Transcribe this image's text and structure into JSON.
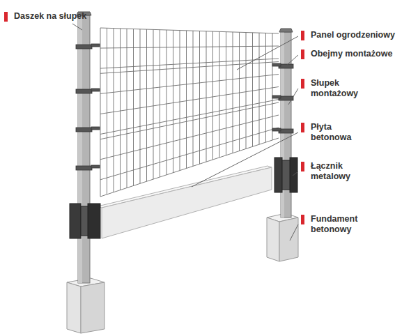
{
  "diagram": {
    "labels": [
      "Daszek na słupek",
      "Panel ogrodzeniowy",
      "Obejmy montażowe",
      "Słupek montażowy",
      "Płyta betonowa",
      "Łącznik metalowy",
      "Fundament betonowy"
    ]
  }
}
